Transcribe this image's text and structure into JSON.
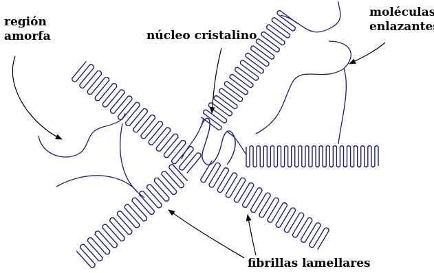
{
  "labels": {
    "region_amorfa_line1": "región",
    "region_amorfa_line2": "amorfa",
    "nucleo_cristalino": "núcleo cristalino",
    "moleculas_line1": "moléculas",
    "moleculas_line2": "enlazantes",
    "fibrillas": "fibrillas lamellares"
  },
  "colors": {
    "chain": "#1a1a8c",
    "arrow": "#000000",
    "background": "#ffffff"
  }
}
